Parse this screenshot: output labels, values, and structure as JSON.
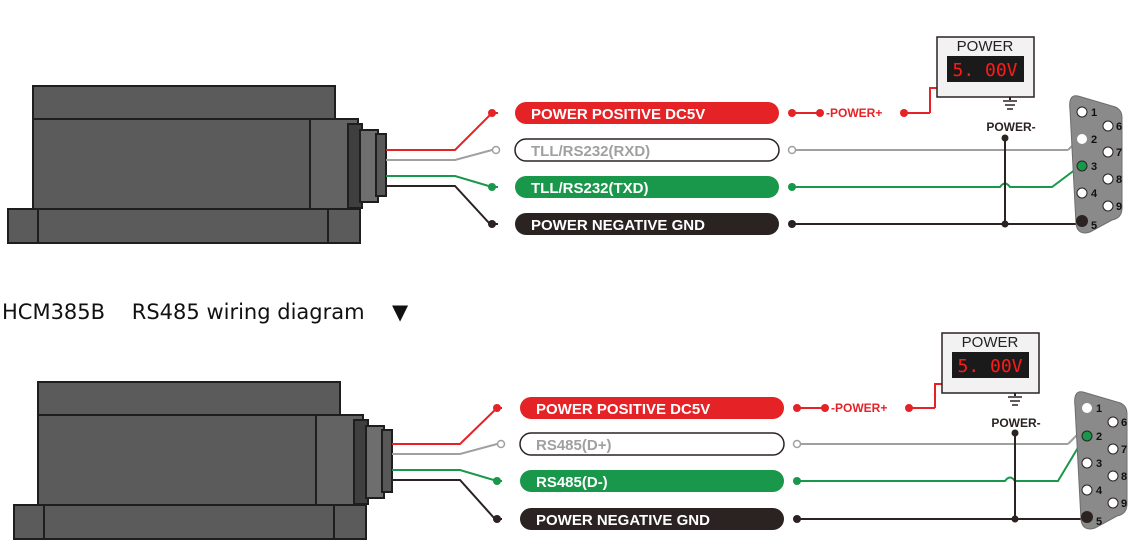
{
  "section_title": "HCM385B    RS485 wiring diagram",
  "section_marker": "▼",
  "top_diagram": {
    "wires": [
      {
        "label": "POWER POSITIVE DC5V",
        "color": "#e52226",
        "style": "filled"
      },
      {
        "label": "TLL/RS232(RXD)",
        "color": "#a0a0a0",
        "style": "outline"
      },
      {
        "label": "TLL/RS232(TXD)",
        "color": "#19974a",
        "style": "filled"
      },
      {
        "label": "POWER NEGATIVE GND",
        "color": "#2b2222",
        "style": "filled"
      }
    ],
    "power_box": {
      "title": "POWER",
      "display": "5. 00V",
      "plus_label": "-POWER+",
      "minus_label": "POWER-"
    },
    "connector_pins": [
      "1",
      "2",
      "3",
      "4",
      "5",
      "6",
      "7",
      "8",
      "9"
    ]
  },
  "bottom_diagram": {
    "wires": [
      {
        "label": "POWER POSITIVE DC5V",
        "color": "#e52226",
        "style": "filled"
      },
      {
        "label": "RS485(D+)",
        "color": "#a0a0a0",
        "style": "outline"
      },
      {
        "label": "RS485(D-)",
        "color": "#19974a",
        "style": "filled"
      },
      {
        "label": "POWER NEGATIVE GND",
        "color": "#2b2222",
        "style": "filled"
      }
    ],
    "power_box": {
      "title": "POWER",
      "display": "5. 00V",
      "plus_label": "-POWER+",
      "minus_label": "POWER-"
    },
    "connector_pins": [
      "1",
      "2",
      "3",
      "4",
      "5",
      "6",
      "7",
      "8",
      "9"
    ]
  }
}
